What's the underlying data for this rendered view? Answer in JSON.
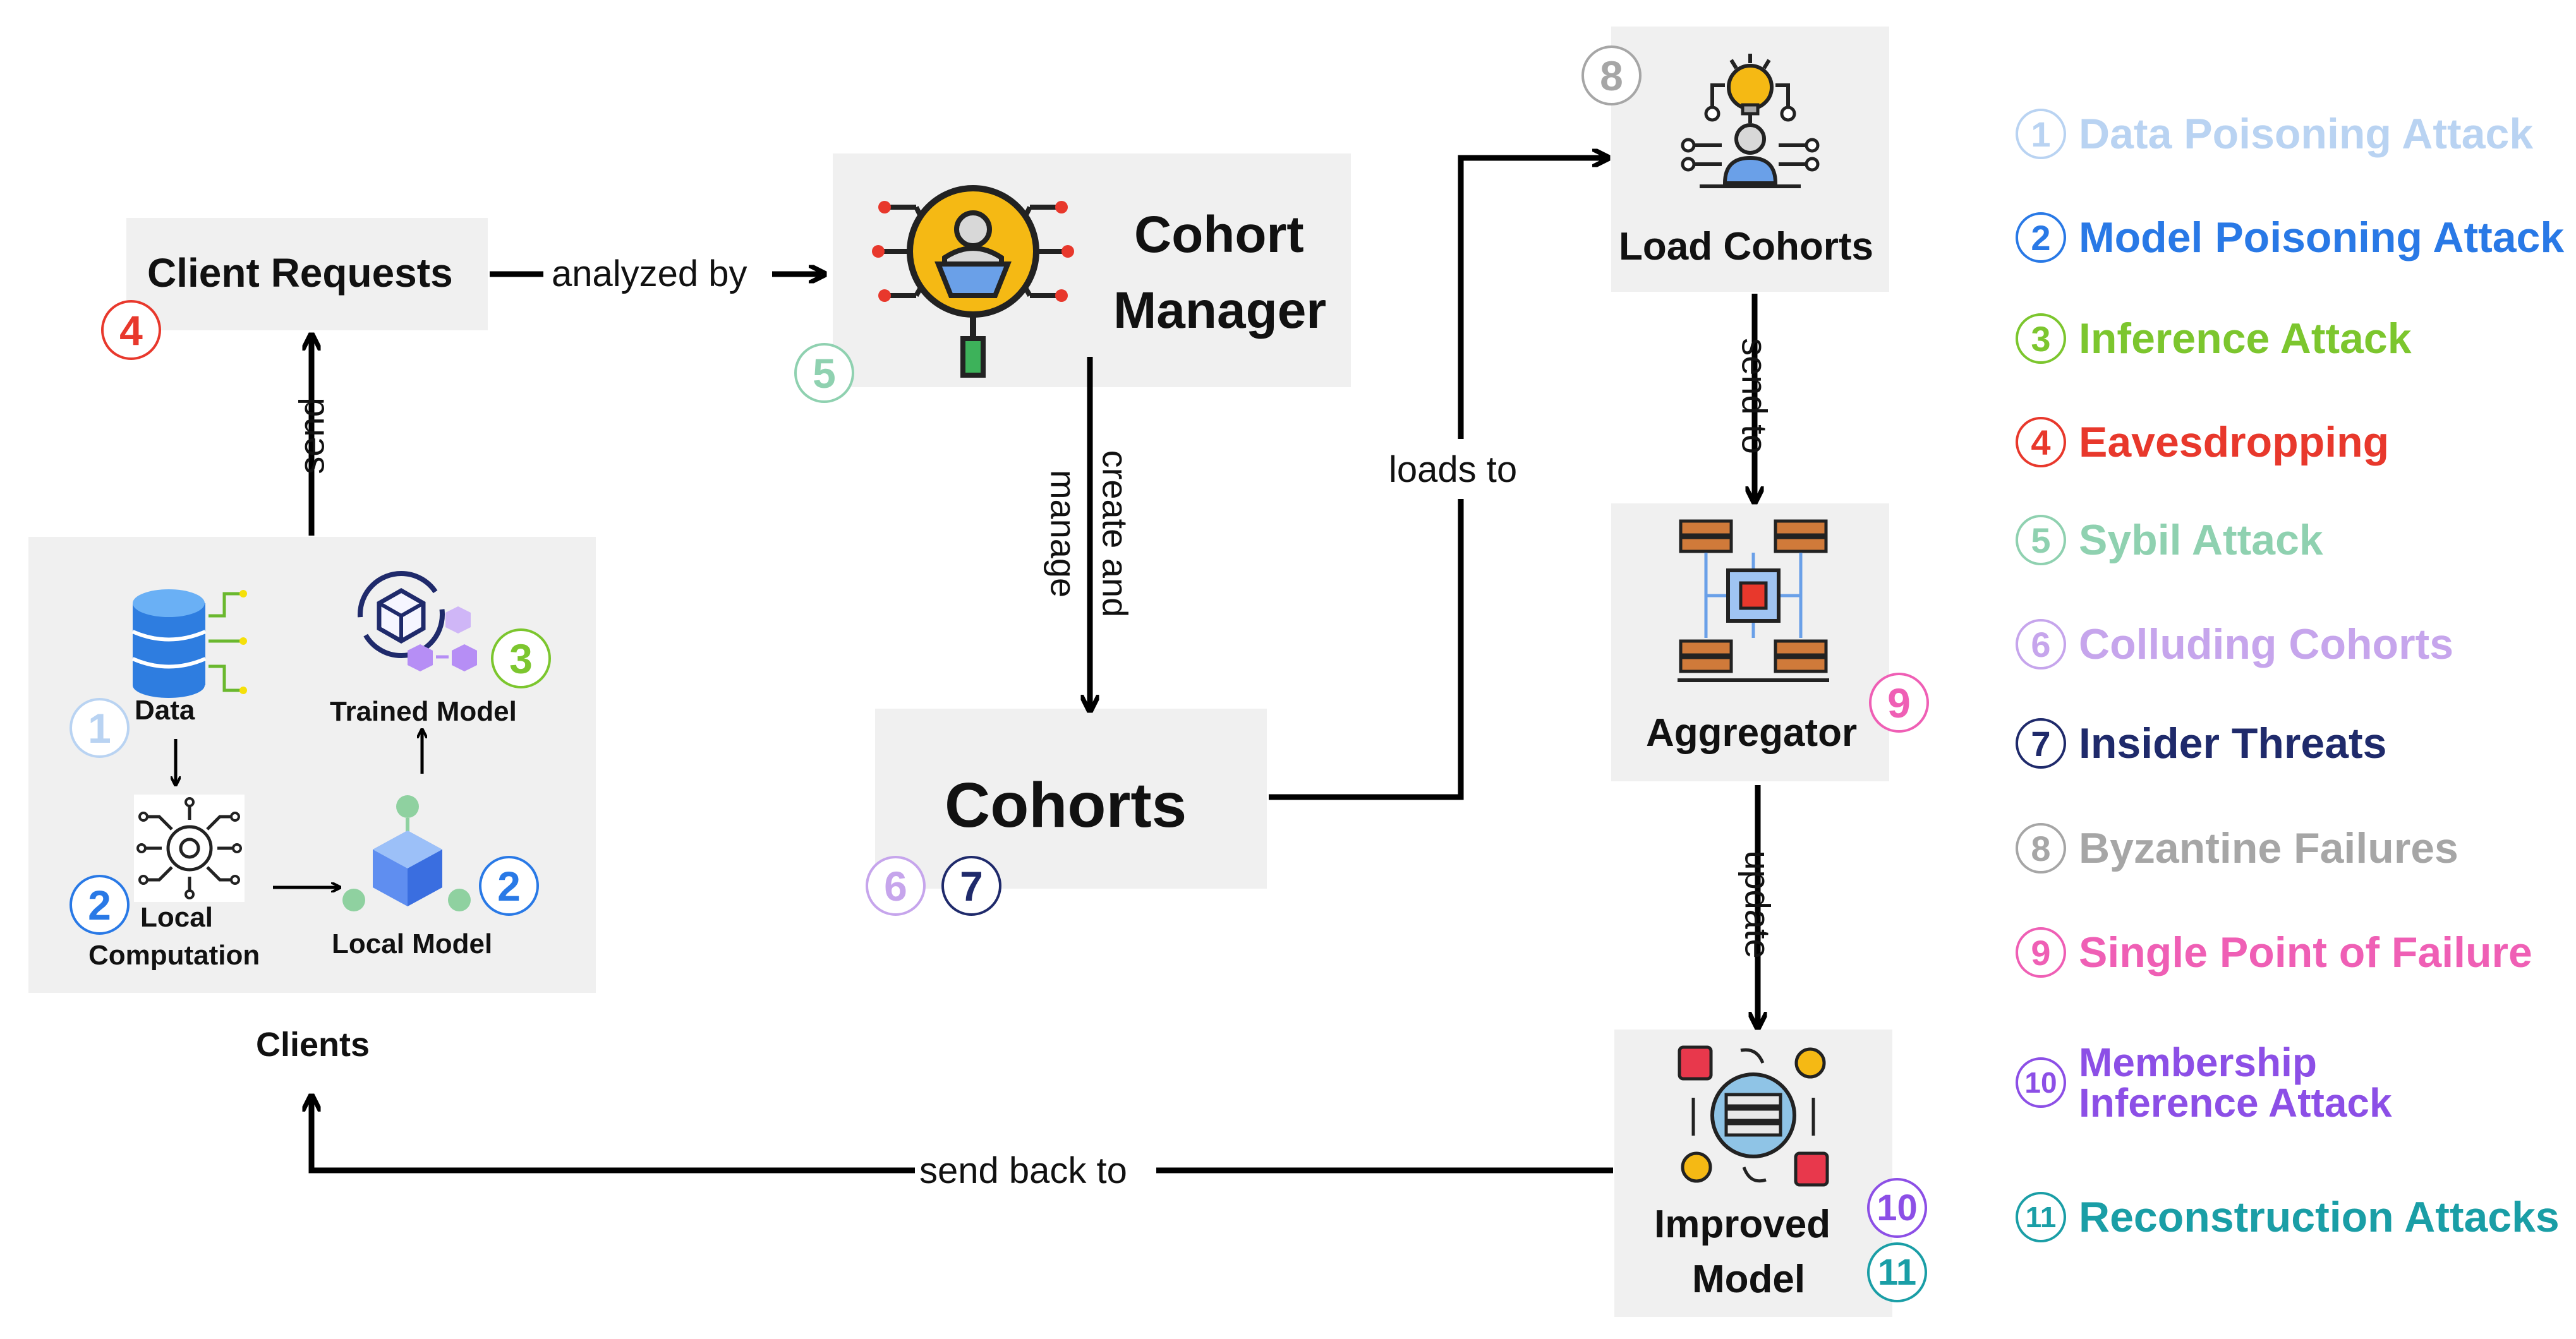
{
  "nodes": {
    "client_requests": "Client Requests",
    "cohort_manager_line1": "Cohort",
    "cohort_manager_line2": "Manager",
    "cohorts": "Cohorts",
    "load_cohorts": "Load Cohorts",
    "aggregator": "Aggregator",
    "improved_model_line1": "Improved",
    "improved_model_line2": "Model",
    "clients": "Clients",
    "data": "Data",
    "trained_model": "Trained Model",
    "local_computation_line1": "Local",
    "local_computation_line2": "Computation",
    "local_model": "Local Model"
  },
  "edges": {
    "send": "send",
    "analyzed_by": "analyzed by",
    "create_and_manage_line1": "create and",
    "create_and_manage_line2": "manage",
    "loads_to": "loads to",
    "send_to": "send to",
    "update": "update",
    "send_back_to": "send back to"
  },
  "badges": {
    "b1": "1",
    "b2": "2",
    "b3": "3",
    "b4": "4",
    "b5": "5",
    "b6": "6",
    "b7": "7",
    "b8": "8",
    "b9": "9",
    "b10": "10",
    "b11": "11"
  },
  "legend": [
    {
      "num": "1",
      "label": "Data Poisoning Attack",
      "color": "#b9d3f2"
    },
    {
      "num": "2",
      "label": "Model Poisoning Attack",
      "color": "#2979e6"
    },
    {
      "num": "3",
      "label": "Inference Attack",
      "color": "#7cc62e"
    },
    {
      "num": "4",
      "label": "Eavesdropping",
      "color": "#e8382c"
    },
    {
      "num": "5",
      "label": "Sybil Attack",
      "color": "#8fd1b0"
    },
    {
      "num": "6",
      "label": "Colluding Cohorts",
      "color": "#c6a5ec"
    },
    {
      "num": "7",
      "label": "Insider Threats",
      "color": "#1f2a6b"
    },
    {
      "num": "8",
      "label": "Byzantine Failures",
      "color": "#a6a6a6"
    },
    {
      "num": "9",
      "label": "Single Point of Failure",
      "color": "#ef5fb5"
    },
    {
      "num": "10",
      "label": "Membership Inference Attack",
      "color": "#8c4fe6"
    },
    {
      "num": "11",
      "label": "Reconstruction Attacks",
      "color": "#1a9ea6"
    }
  ]
}
